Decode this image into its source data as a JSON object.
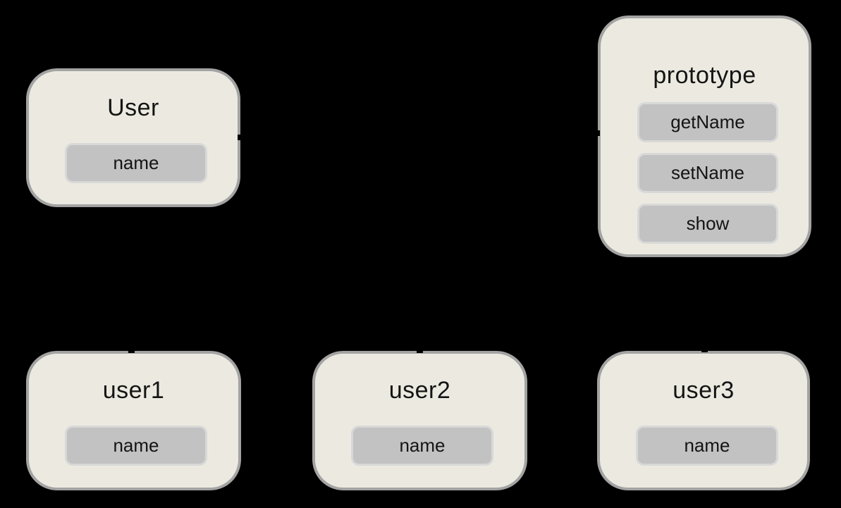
{
  "colors": {
    "canvas_bg": "#000000",
    "box_fill": "#ECEAE0",
    "box_border": "#A3A3A3",
    "field_fill": "#C2C2C2",
    "field_border": "#D8D8D8",
    "text_color": "#141414"
  },
  "nodes": [
    {
      "id": "User",
      "title": "User",
      "fields": [
        "name"
      ]
    },
    {
      "id": "prototype",
      "title": "prototype",
      "fields": [
        "getName",
        "setName",
        "show"
      ]
    },
    {
      "id": "user1",
      "title": "user1",
      "fields": [
        "name"
      ]
    },
    {
      "id": "user2",
      "title": "user2",
      "fields": [
        "name"
      ]
    },
    {
      "id": "user3",
      "title": "user3",
      "fields": [
        "name"
      ]
    }
  ]
}
